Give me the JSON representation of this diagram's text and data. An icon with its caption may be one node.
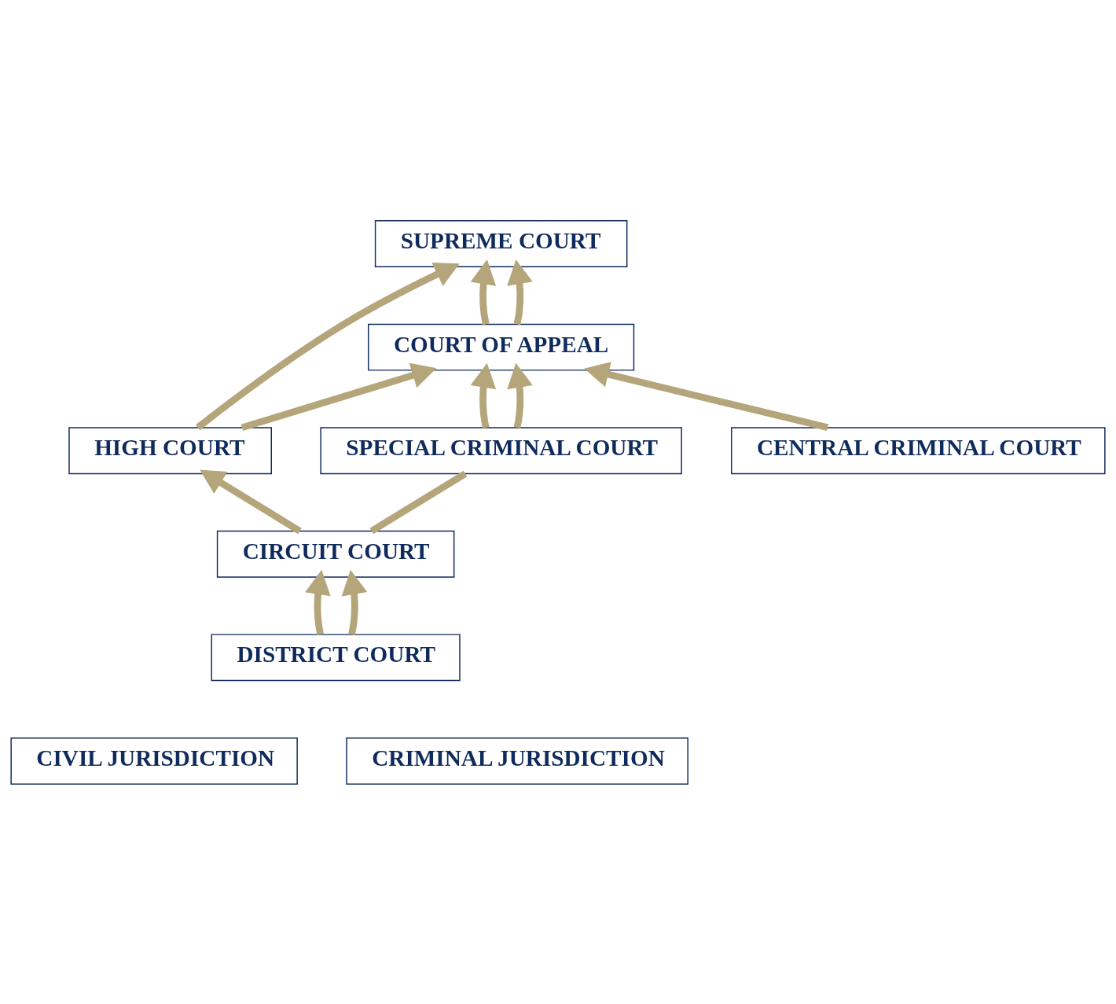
{
  "diagram": {
    "nodes": [
      {
        "text": [
          "SUPREME COURT"
        ]
      },
      {
        "text": [
          "COURT OF APPEAL"
        ]
      },
      {
        "text": [
          "HIGH COURT"
        ]
      },
      {
        "text": [
          "CENTRAL CRIMINAL COURT"
        ]
      },
      {
        "text": [
          "SPECIAL CRIMINAL COURT"
        ]
      },
      {
        "text": [
          "CIRCUIT COURT"
        ]
      },
      {
        "text": [
          "DISTRICT COURT"
        ]
      },
      {
        "text": [
          "CIVIL JURISDICTION"
        ]
      },
      {
        "text": [
          "CRIMINAL JURISDICTION"
        ]
      }
    ],
    "edges": [
      {
        "from": 1,
        "to": 0,
        "arrow": "to"
      },
      {
        "from": 2,
        "to": 0,
        "arrow": "to"
      },
      {
        "from": 1,
        "to": 0,
        "arrow": "to"
      },
      {
        "from": 2,
        "to": 1,
        "arrow": "to"
      },
      {
        "from": 3,
        "to": 1,
        "arrow": "to"
      },
      {
        "from": 4,
        "to": 1,
        "arrow": "to"
      },
      {
        "from": 4,
        "to": 1,
        "arrow": "to"
      },
      {
        "from": 5,
        "to": 2,
        "arrow": "to"
      },
      {
        "from": 5,
        "to": 4,
        "arrow": "none"
      },
      {
        "from": 6,
        "to": 5,
        "arrow": "to"
      },
      {
        "from": 6,
        "to": 5,
        "arrow": "to"
      }
    ]
  }
}
